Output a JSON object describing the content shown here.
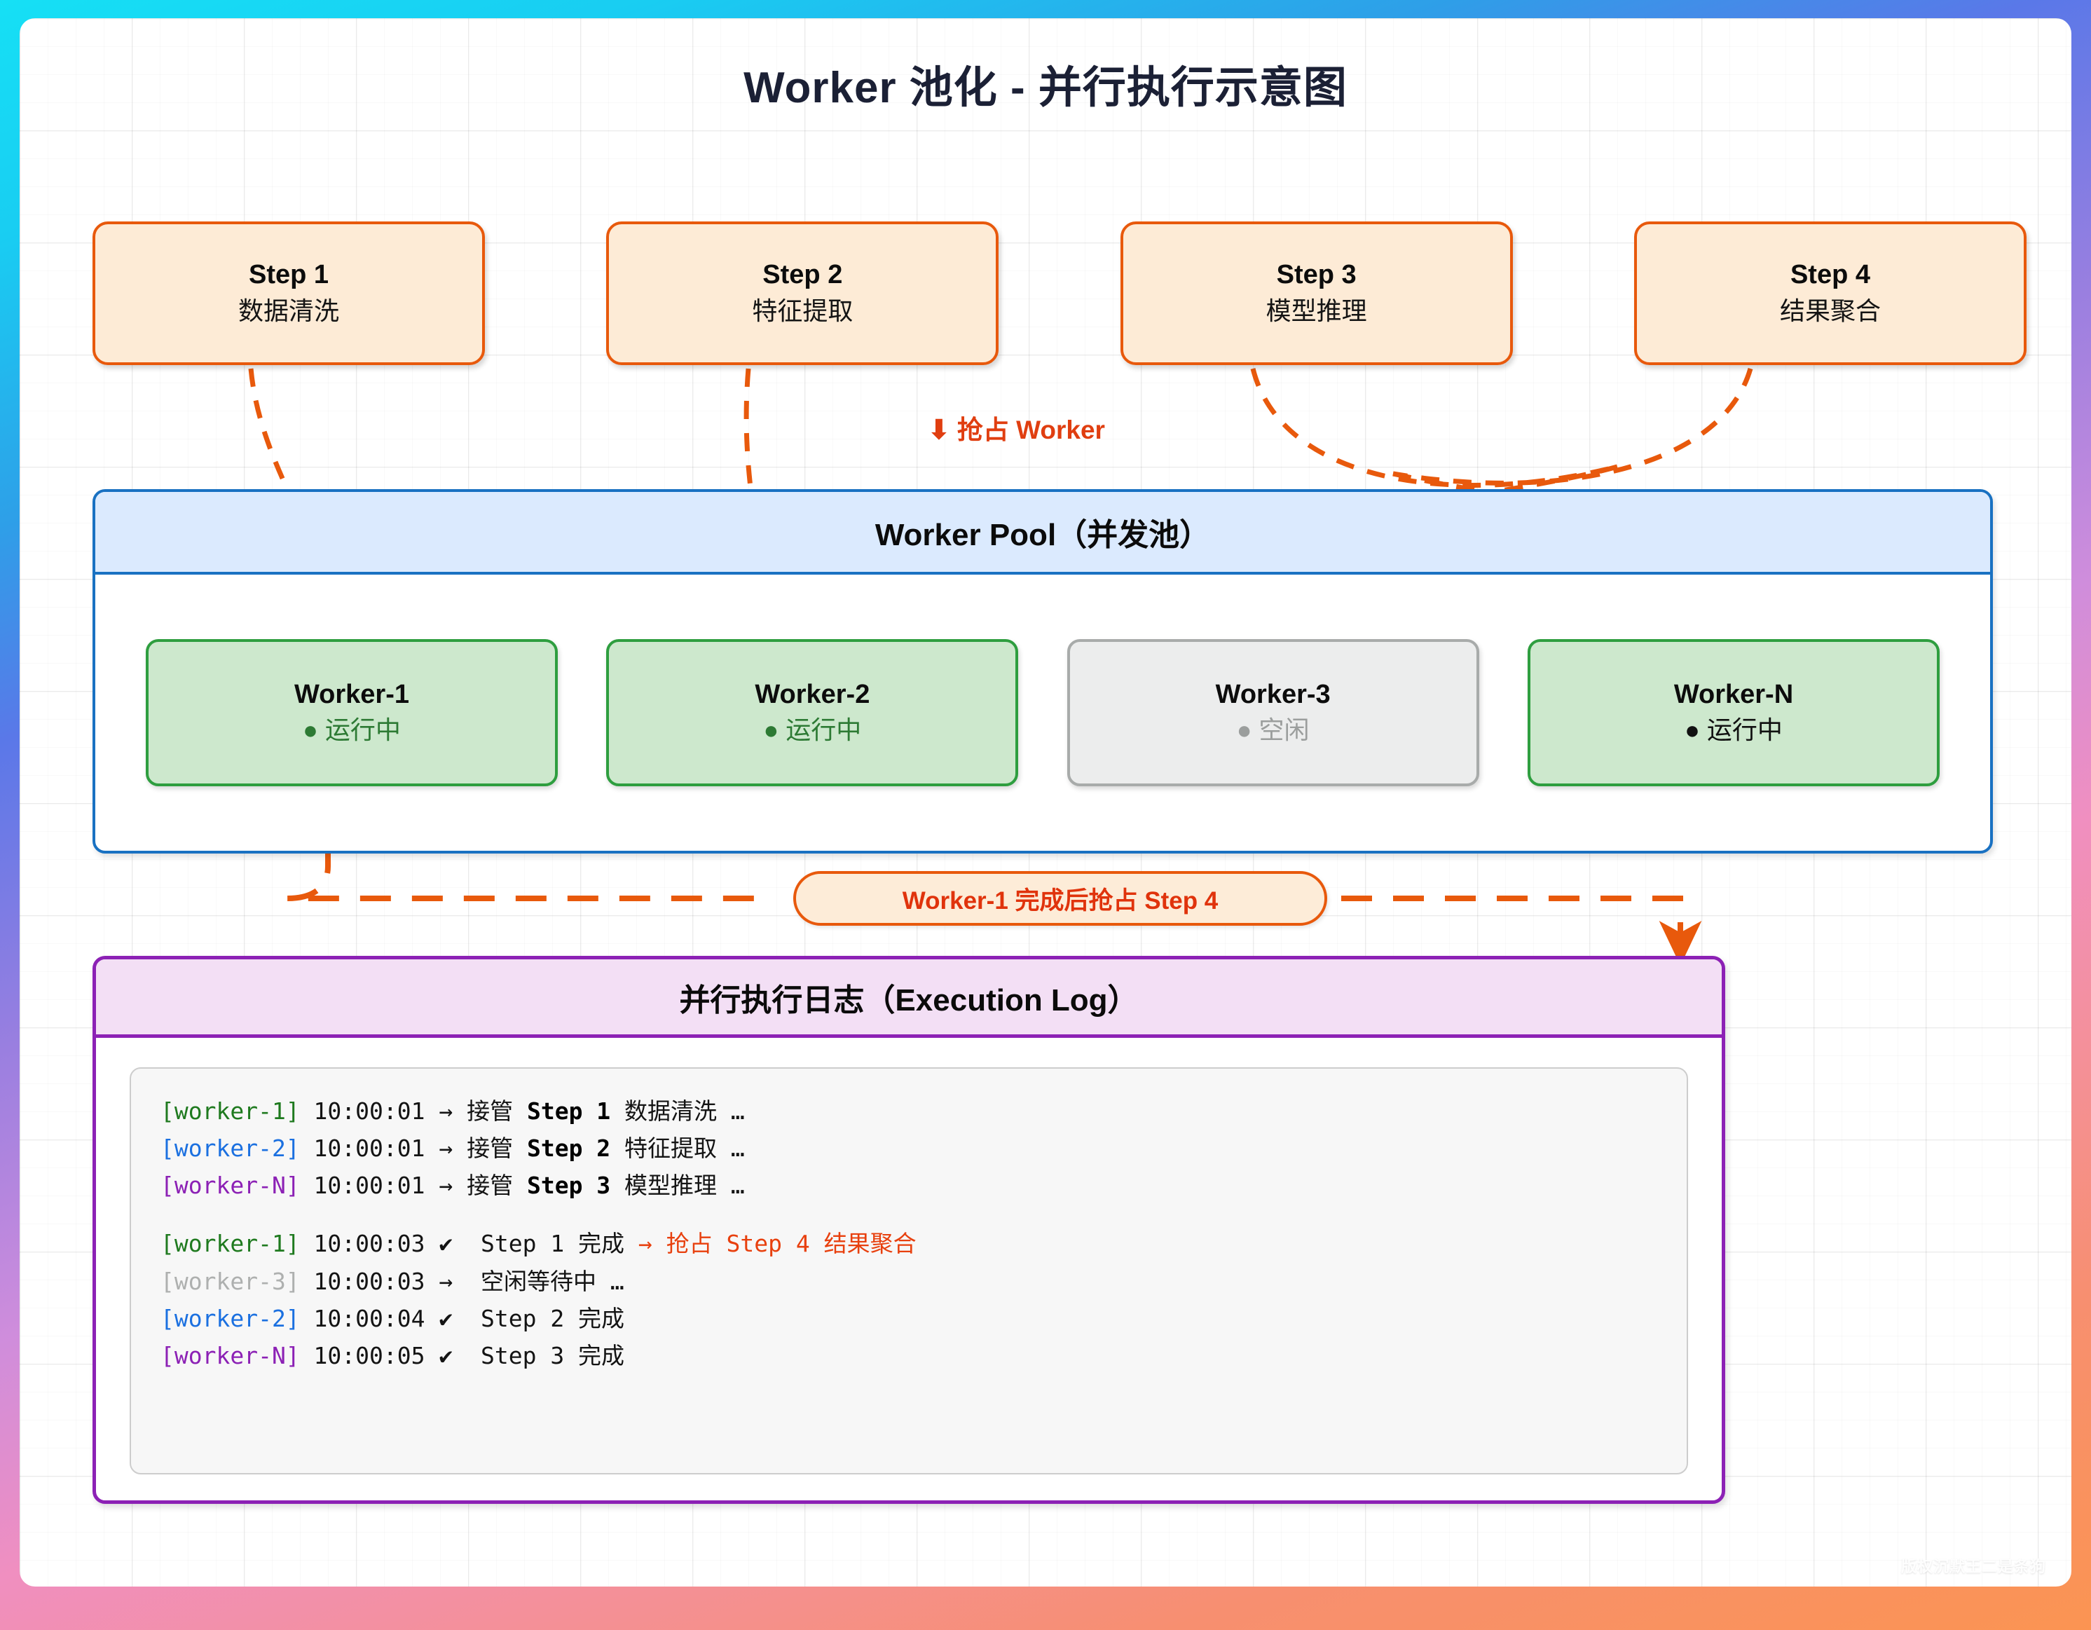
{
  "title": "Worker 池化 - 并行执行示意图",
  "watermark": "版权沉默王二是条狗",
  "colors": {
    "step_border": "#e8590c",
    "step_fill": "#fdebd6",
    "pool_border": "#1971c2",
    "pool_fill": "#dbeafe",
    "worker_running_border": "#2e9e3f",
    "worker_running_fill": "#cde8cd",
    "worker_idle_border": "#a8abaa",
    "worker_idle_fill": "#eceded",
    "log_border": "#8c21b5",
    "log_fill": "#f3dff5",
    "accent_orange": "#e03e10",
    "arrow": "#e8590c"
  },
  "steps": [
    {
      "title": "Step 1",
      "subtitle": "数据清洗"
    },
    {
      "title": "Step 2",
      "subtitle": "特征提取"
    },
    {
      "title": "Step 3",
      "subtitle": "模型推理"
    },
    {
      "title": "Step 4",
      "subtitle": "结果聚合"
    }
  ],
  "preempt_caption": {
    "arrow": "⬇",
    "text": "抢占 Worker"
  },
  "pool": {
    "header": "Worker Pool（并发池）",
    "workers": [
      {
        "name": "Worker-1",
        "status": "● 运行中",
        "state": "running",
        "status_color": "green"
      },
      {
        "name": "Worker-2",
        "status": "● 运行中",
        "state": "running",
        "status_color": "green"
      },
      {
        "name": "Worker-3",
        "status": "● 空闲",
        "state": "idle",
        "status_color": "grey"
      },
      {
        "name": "Worker-N",
        "status": "● 运行中",
        "state": "running",
        "status_color": "black"
      }
    ]
  },
  "preempt_pill": "Worker-1 完成后抢占 Step 4",
  "log": {
    "header": "并行执行日志（Execution Log）",
    "lines": [
      {
        "tag": "[worker-1]",
        "tag_class": "tag-w1",
        "time": "10:00:01",
        "arrow": "→",
        "text": "接管 ",
        "bold": "Step 1",
        "rest": " 数据清洗 …",
        "extra": ""
      },
      {
        "tag": "[worker-2]",
        "tag_class": "tag-w2",
        "time": "10:00:01",
        "arrow": "→",
        "text": "接管 ",
        "bold": "Step 2",
        "rest": " 特征提取 …",
        "extra": ""
      },
      {
        "tag": "[worker-N]",
        "tag_class": "tag-wn",
        "time": "10:00:01",
        "arrow": "→",
        "text": "接管 ",
        "bold": "Step 3",
        "rest": " 模型推理 …",
        "extra": ""
      },
      {
        "spacer": true
      },
      {
        "tag": "[worker-1]",
        "tag_class": "tag-w1",
        "time": "10:00:03",
        "arrow": "✔",
        "text": "",
        "bold": "",
        "rest": " Step 1 完成 ",
        "extra": "→ 抢占 Step 4 结果聚合"
      },
      {
        "tag": "[worker-3]",
        "tag_class": "tag-w3",
        "time": "10:00:03",
        "arrow": "→",
        "text": "",
        "bold": "",
        "rest": " 空闲等待中 …",
        "extra": ""
      },
      {
        "tag": "[worker-2]",
        "tag_class": "tag-w2",
        "time": "10:00:04",
        "arrow": "✔",
        "text": "",
        "bold": "",
        "rest": " Step 2 完成",
        "extra": ""
      },
      {
        "tag": "[worker-N]",
        "tag_class": "tag-wn",
        "time": "10:00:05",
        "arrow": "✔",
        "text": "",
        "bold": "",
        "rest": " Step 3 完成",
        "extra": ""
      }
    ]
  }
}
